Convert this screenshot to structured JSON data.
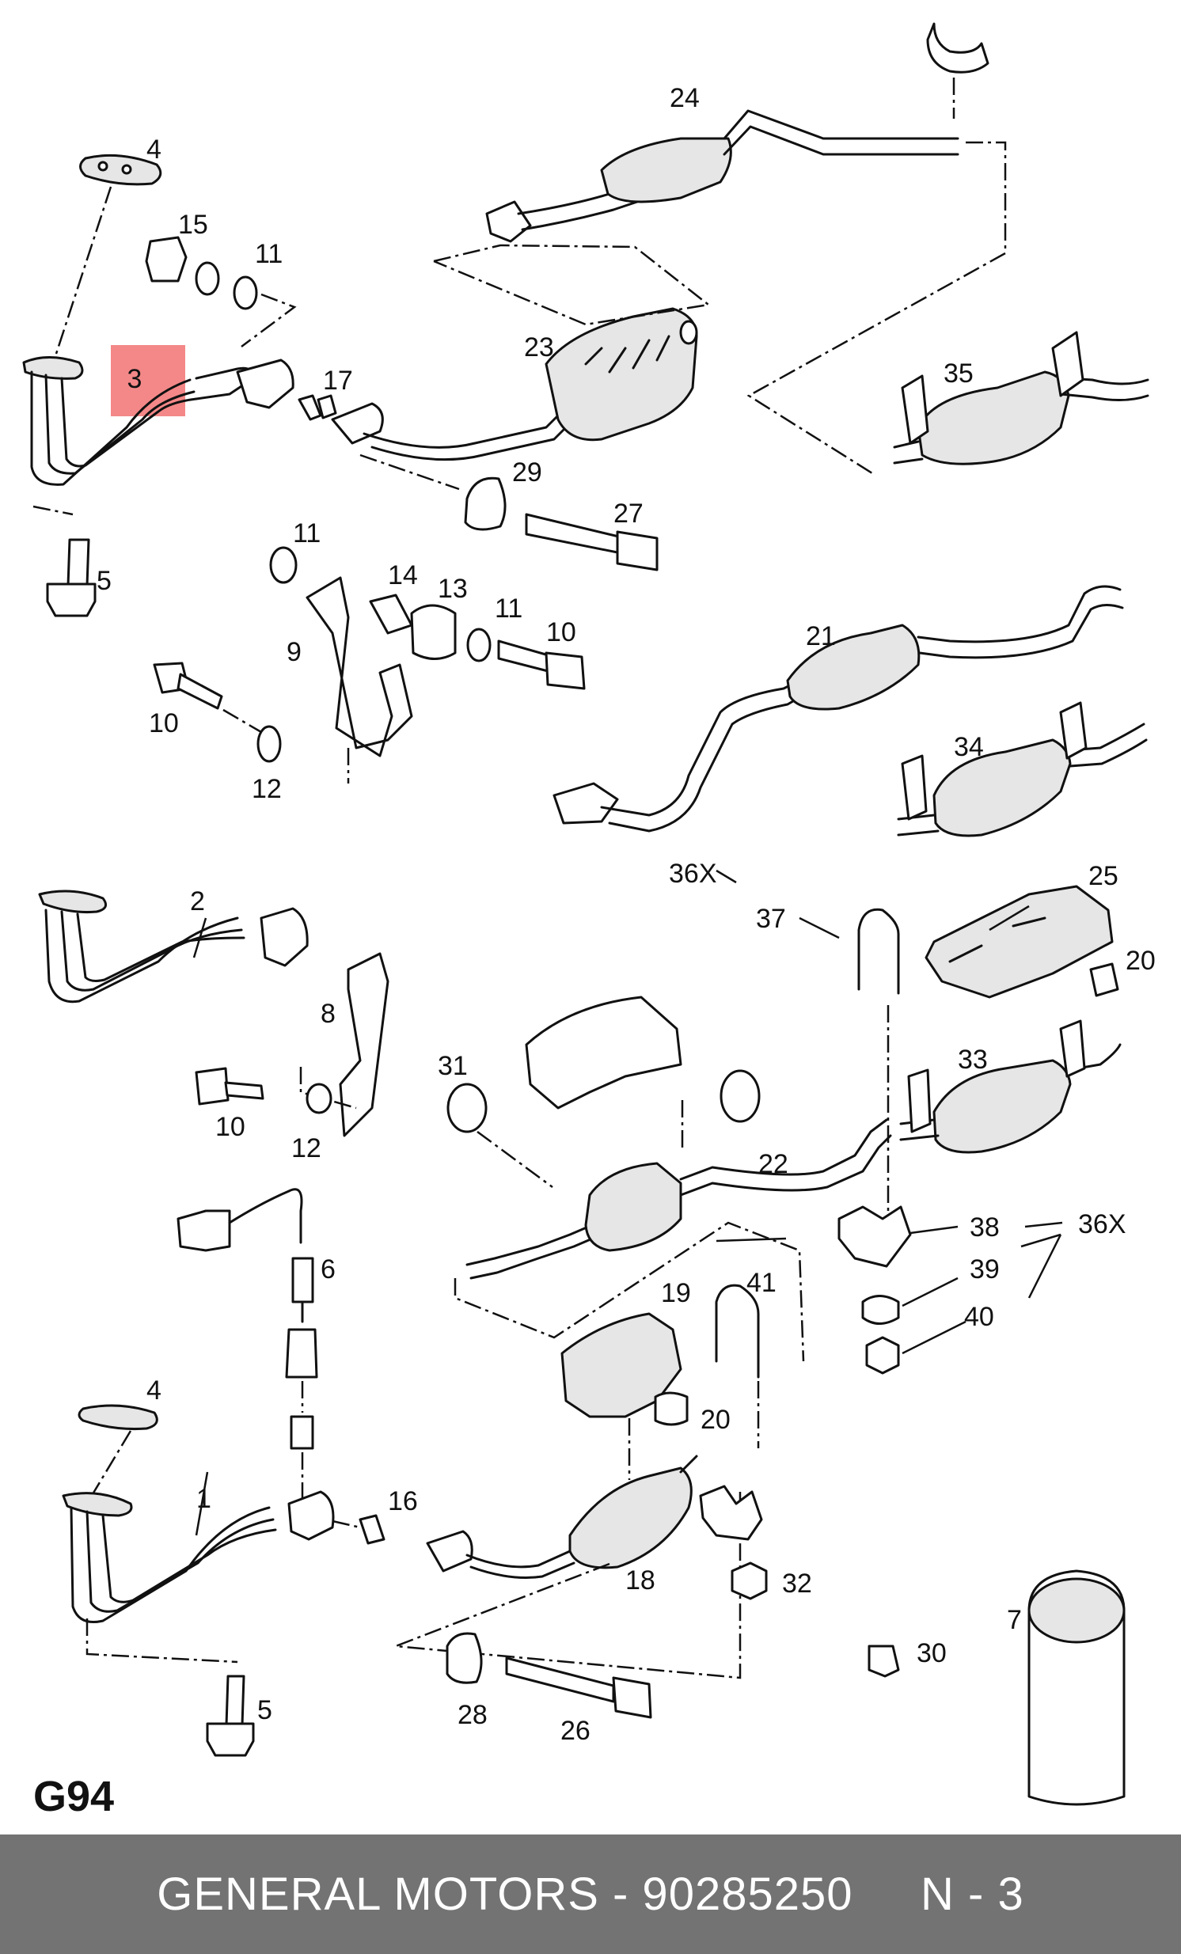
{
  "diagram": {
    "page_code": "G94",
    "highlighted_callout": "3",
    "callouts": {
      "c1": "1",
      "c2": "2",
      "c3": "3",
      "c4a": "4",
      "c4b": "4",
      "c5a": "5",
      "c5b": "5",
      "c6": "6",
      "c7": "7",
      "c8": "8",
      "c9": "9",
      "c10a": "10",
      "c10b": "10",
      "c10c": "10",
      "c11a": "11",
      "c11b": "11",
      "c11c": "11",
      "c12a": "12",
      "c12b": "12",
      "c13": "13",
      "c14": "14",
      "c15": "15",
      "c16": "16",
      "c17": "17",
      "c18": "18",
      "c19": "19",
      "c20a": "20",
      "c20b": "20",
      "c21": "21",
      "c22": "22",
      "c23": "23",
      "c24": "24",
      "c25": "25",
      "c26": "26",
      "c27": "27",
      "c28": "28",
      "c29": "29",
      "c30": "30",
      "c31": "31",
      "c32": "32",
      "c33": "33",
      "c34": "34",
      "c35": "35",
      "c36xa": "36X",
      "c36xb": "36X",
      "c37": "37",
      "c38": "38",
      "c39": "39",
      "c40": "40",
      "c41": "41"
    }
  },
  "footer": {
    "text": "GENERAL MOTORS - 90285250     N - 3"
  }
}
